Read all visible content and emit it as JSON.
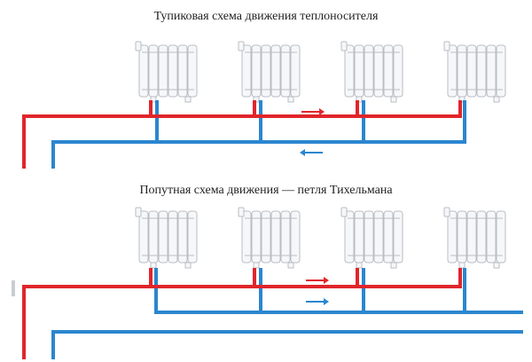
{
  "diagrams": [
    {
      "title": "Тупиковая схема движения теплоносителя",
      "radiator_count": 4,
      "supply_flow": "right",
      "return_flow": "left"
    },
    {
      "title": "Попутная схема движения — петля Тихельмана",
      "radiator_count": 4,
      "supply_flow": "right",
      "return_flow": "right"
    }
  ],
  "colors": {
    "supply_pipe": "#e0262b",
    "return_pipe": "#2b86cf",
    "radiator_fill": "#f6f7f8",
    "radiator_stroke": "#b9bec4"
  }
}
